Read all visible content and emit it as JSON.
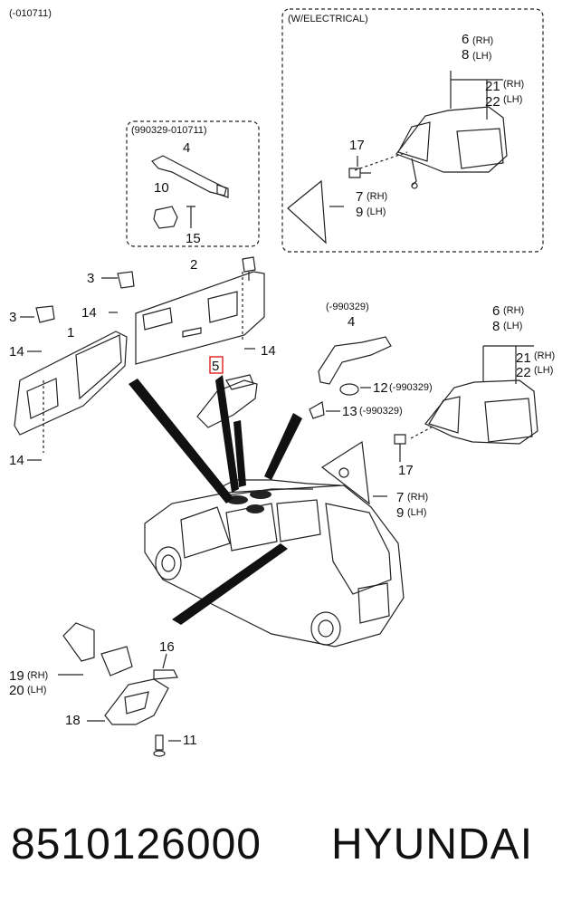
{
  "diagram": {
    "top_left_note": "(-010711)",
    "box_electrical_title": "(W/ELECTRICAL)",
    "box_handle_title": "(990329-010711)",
    "handle_lower_title": "(-990329)",
    "labels": {
      "n1": "1",
      "n2": "2",
      "n3a": "3",
      "n3b": "3",
      "n4a": "4",
      "n4b": "4",
      "n5": "5",
      "n6a": "6",
      "n8a": "8",
      "n6b": "6",
      "n8b": "8",
      "n7a": "7",
      "n9a": "9",
      "n7b": "7",
      "n9b": "9",
      "n10": "10",
      "n11": "11",
      "n12": "12",
      "n13": "13",
      "n14a": "14",
      "n14b": "14",
      "n14c": "14",
      "n14d": "14",
      "n15": "15",
      "n16": "16",
      "n17a": "17",
      "n17b": "17",
      "n18": "18",
      "n19": "19",
      "n20": "20",
      "n21a": "21",
      "n22a": "22",
      "n21b": "21",
      "n22b": "22",
      "rh": "(RH)",
      "lh": "(LH)",
      "q12": "(-990329)",
      "q13": "(-990329)"
    }
  },
  "footer": {
    "part_number": "8510126000",
    "brand": "HYUNDAI"
  },
  "colors": {
    "line": "#222222",
    "highlight_box": "#e0201c"
  }
}
